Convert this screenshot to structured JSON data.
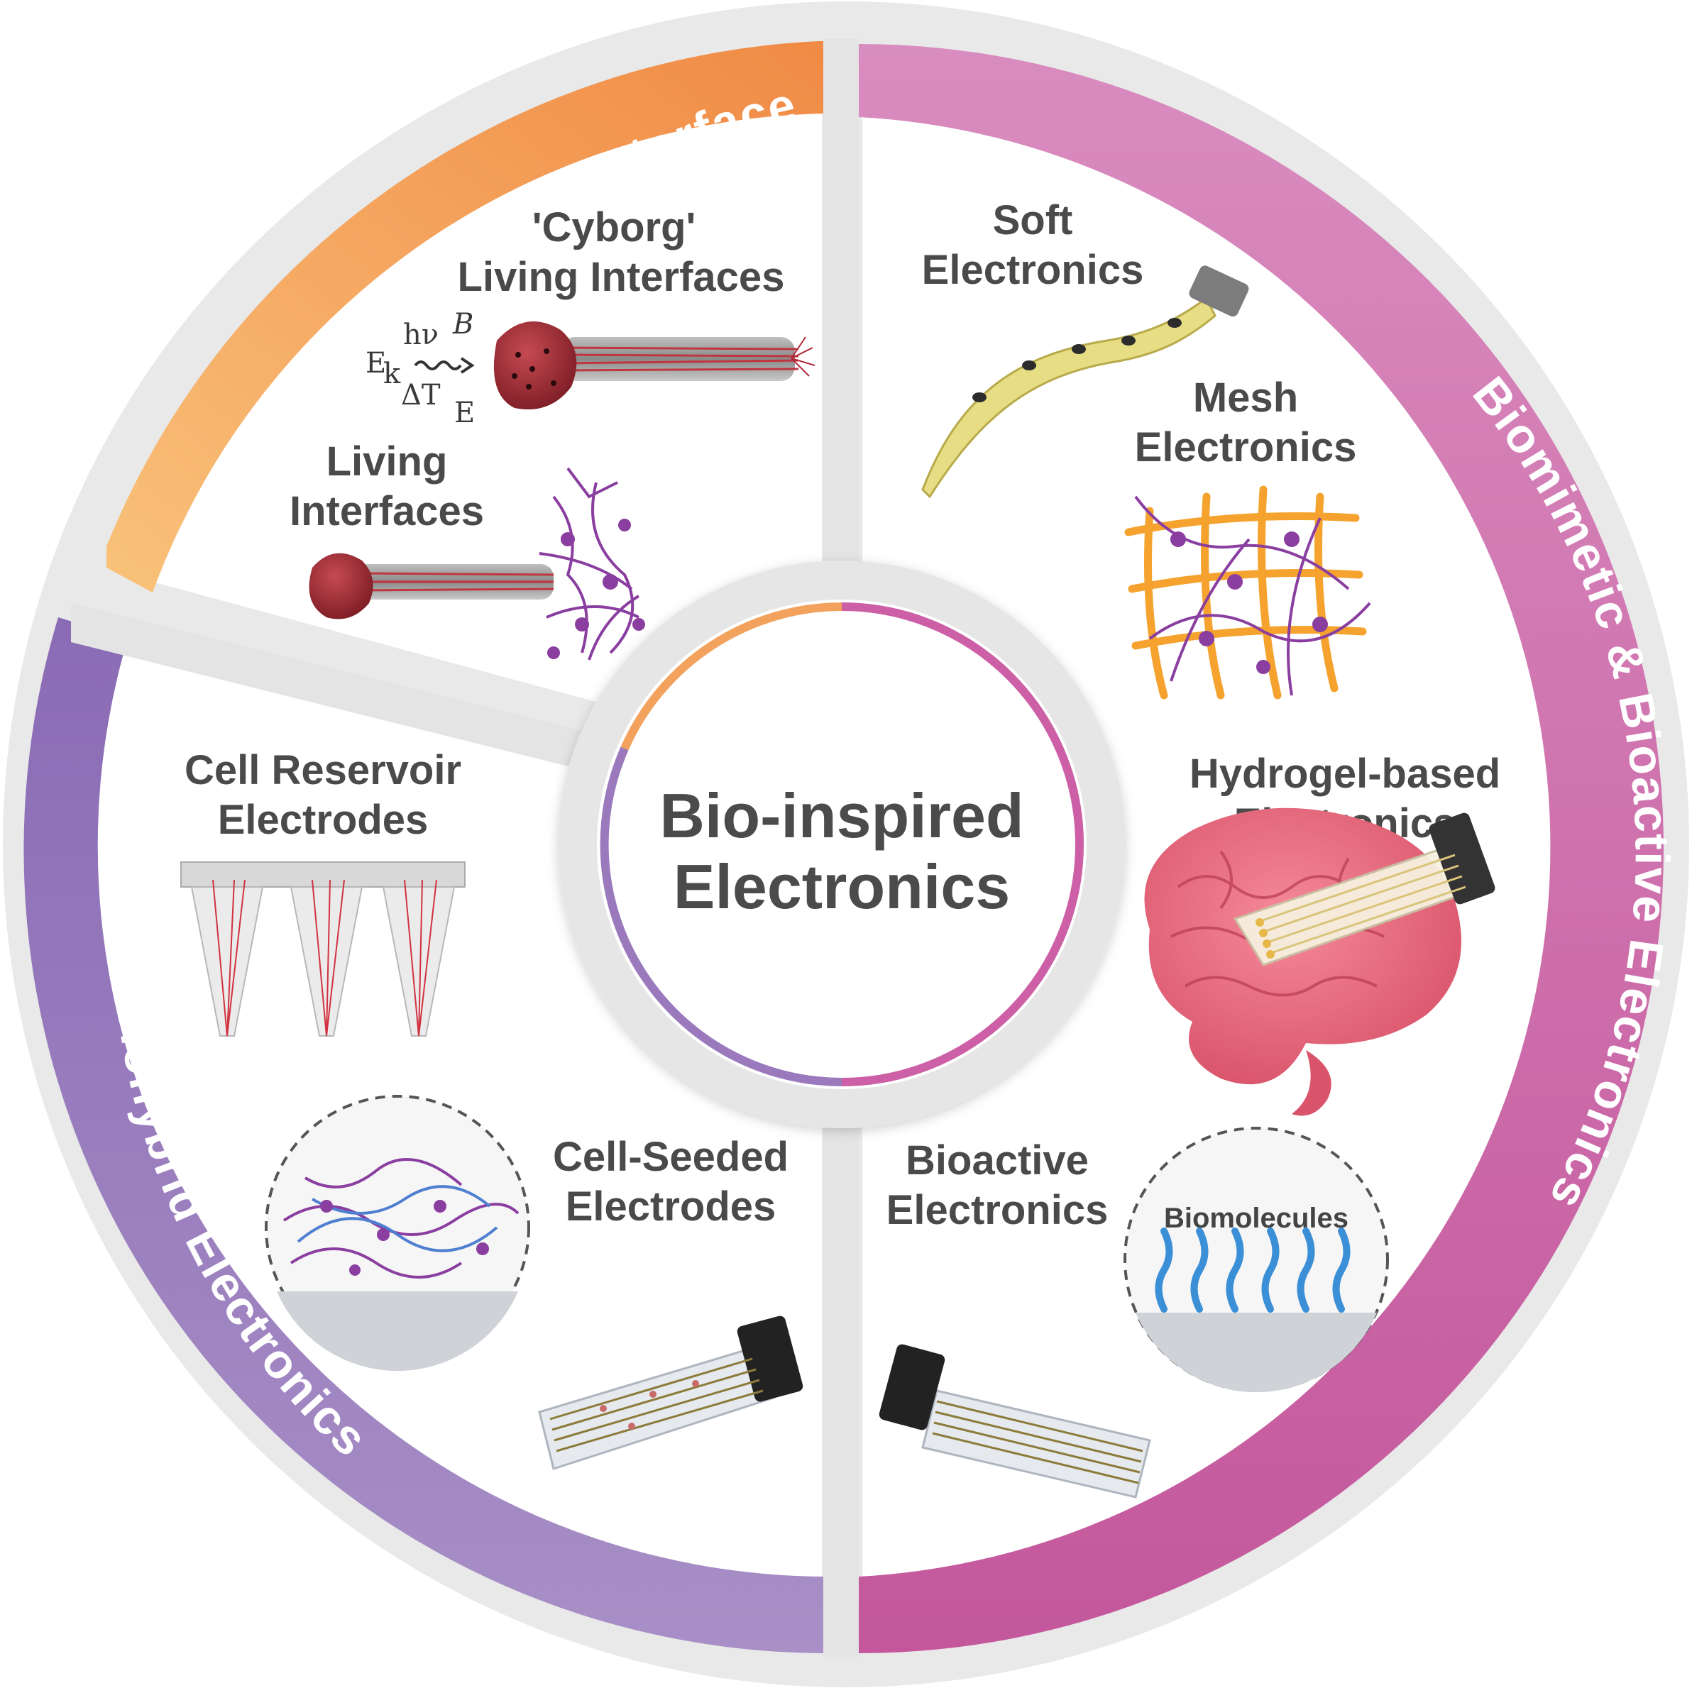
{
  "center": {
    "line1": "Bio-inspired",
    "line2": "Electronics"
  },
  "sectors": {
    "living": {
      "title": "Living Electronics & Interfaces",
      "items": {
        "cyborg_line1": "'Cyborg'",
        "cyborg_line2": "Living Interfaces",
        "living_line1": "Living",
        "living_line2": "Interfaces"
      },
      "stimuli": {
        "ek": "E",
        "ek_sub": "k",
        "hv": "hν",
        "b": "B",
        "dt": "ΔT",
        "e": "E"
      },
      "color": "#f29a52"
    },
    "biomimetic": {
      "title": "Biomimetic & Bioactive Electronics",
      "items": {
        "soft_line1": "Soft",
        "soft_line2": "Electronics",
        "mesh_line1": "Mesh",
        "mesh_line2": "Electronics",
        "hydrogel_line1": "Hydrogel-based",
        "hydrogel_line2": "Electronics",
        "bioactive_line1": "Bioactive",
        "bioactive_line2": "Electronics",
        "biomolecules": "Biomolecules"
      },
      "color": "#cc5fa6"
    },
    "biohybrid": {
      "title": "Biohybrid Electronics",
      "items": {
        "reservoir_line1": "Cell Reservoir",
        "reservoir_line2": "Electrodes",
        "seeded_line1": "Cell-Seeded",
        "seeded_line2": "Electrodes"
      },
      "color": "#9a79bd"
    }
  },
  "icons": [
    "tumor-cell-icon",
    "electrode-bundle-icon",
    "neuron-cluster-icon",
    "soft-ribbon-electrode-icon",
    "mesh-electronics-icon",
    "brain-icon",
    "hydrogel-electrode-icon",
    "cell-reservoir-icon",
    "cell-seeded-zoom-icon",
    "biomolecule-zoom-icon"
  ]
}
